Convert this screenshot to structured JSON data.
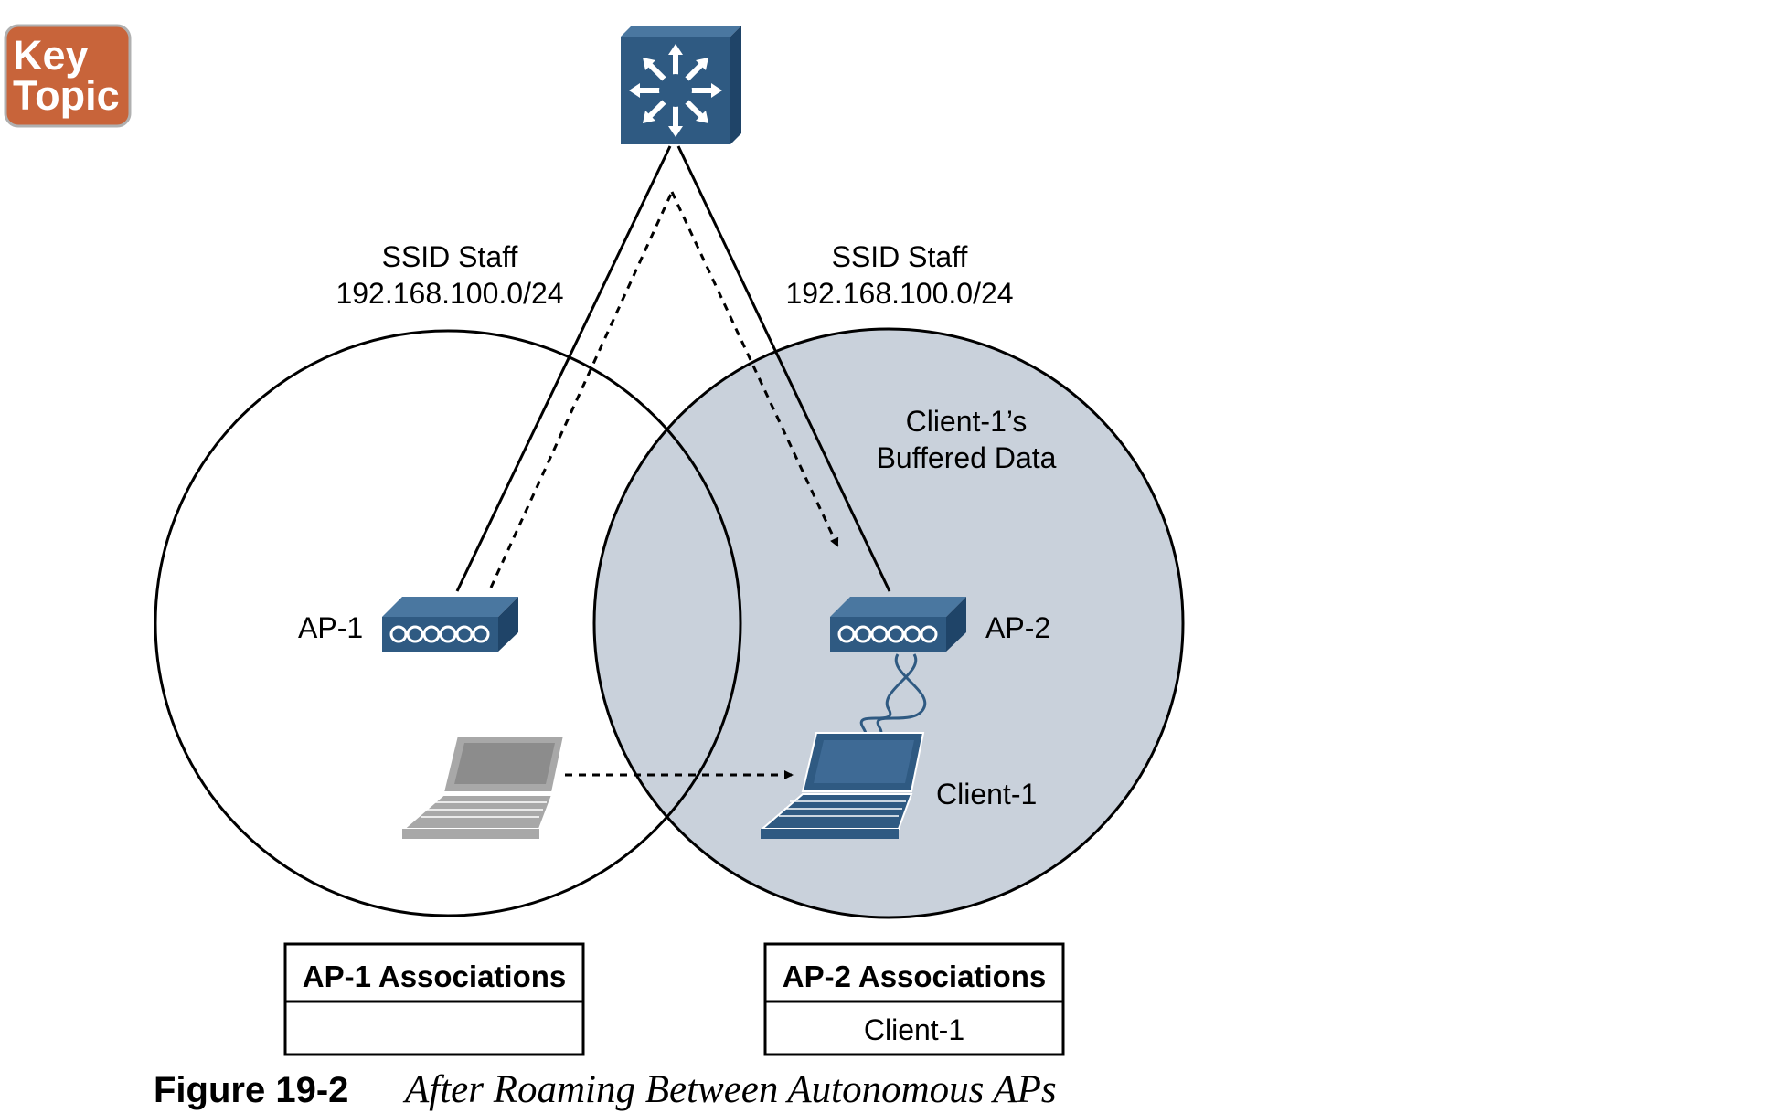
{
  "key_topic": {
    "line1": "Key",
    "line2": "Topic"
  },
  "left_network": {
    "ssid": "SSID Staff",
    "subnet": "192.168.100.0/24"
  },
  "right_network": {
    "ssid": "SSID Staff",
    "subnet": "192.168.100.0/24"
  },
  "buffered_data": {
    "line1": "Client-1’s",
    "line2": "Buffered Data"
  },
  "ap1": {
    "label": "AP-1"
  },
  "ap2": {
    "label": "AP-2"
  },
  "client": {
    "label": "Client-1"
  },
  "ap1_table": {
    "header": "AP-1 Associations",
    "rows": [
      ""
    ]
  },
  "ap2_table": {
    "header": "AP-2 Associations",
    "rows": [
      "Client-1"
    ]
  },
  "caption": {
    "number": "Figure 19-2",
    "title": "After Roaming Between Autonomous APs"
  },
  "colors": {
    "device_blue": "#2f5a82",
    "cell_fill": "#c9d1db",
    "key_orange": "#c8643a",
    "old_laptop_gray": "#a8a8a8"
  }
}
